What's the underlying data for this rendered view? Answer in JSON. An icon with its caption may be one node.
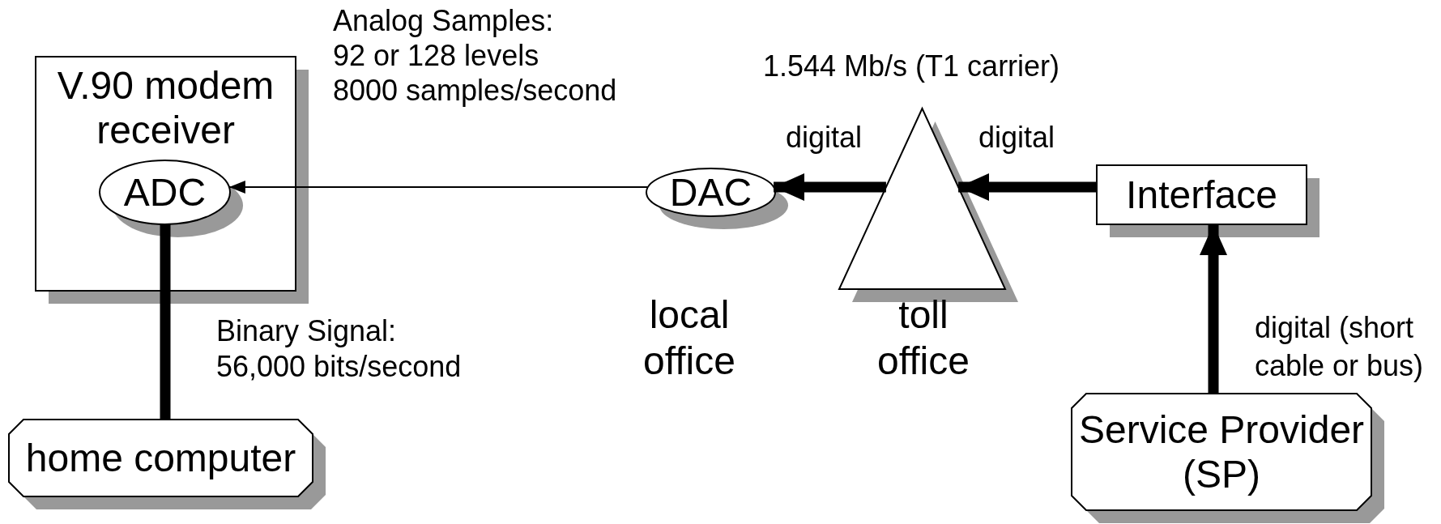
{
  "diagram": {
    "nodes": [
      {
        "text": [
          "V.90 modem receiver"
        ]
      },
      {
        "text": [
          "ADC"
        ],
        "in": 0
      },
      {
        "text": [
          "DAC"
        ],
        "beside": [
          "local office"
        ]
      },
      {
        "text": [],
        "shape": "triangle",
        "beside": [
          "toll office"
        ]
      },
      {
        "text": [
          "Interface"
        ]
      },
      {
        "text": [
          "home computer"
        ]
      },
      {
        "text": [
          "Service Provider (SP)"
        ]
      }
    ],
    "edges": [
      {
        "from": 2,
        "to": 1,
        "arrow": "to"
      },
      {
        "from": 3,
        "to": 2,
        "arrow": "to",
        "label": "digital"
      },
      {
        "from": 4,
        "to": 3,
        "arrow": "to",
        "label": "digital"
      },
      {
        "from": 6,
        "to": 4,
        "arrow": "to",
        "label": "digital (short cable or bus)"
      },
      {
        "from": 1,
        "to": 5,
        "arrow": "none"
      }
    ],
    "labels": [
      "Analog Samples:",
      "92 or 128 levels",
      "8000 samples/second",
      "1.544 Mb/s (T1 carrier)",
      "Binary Signal:",
      "56,000 bits/second"
    ]
  }
}
